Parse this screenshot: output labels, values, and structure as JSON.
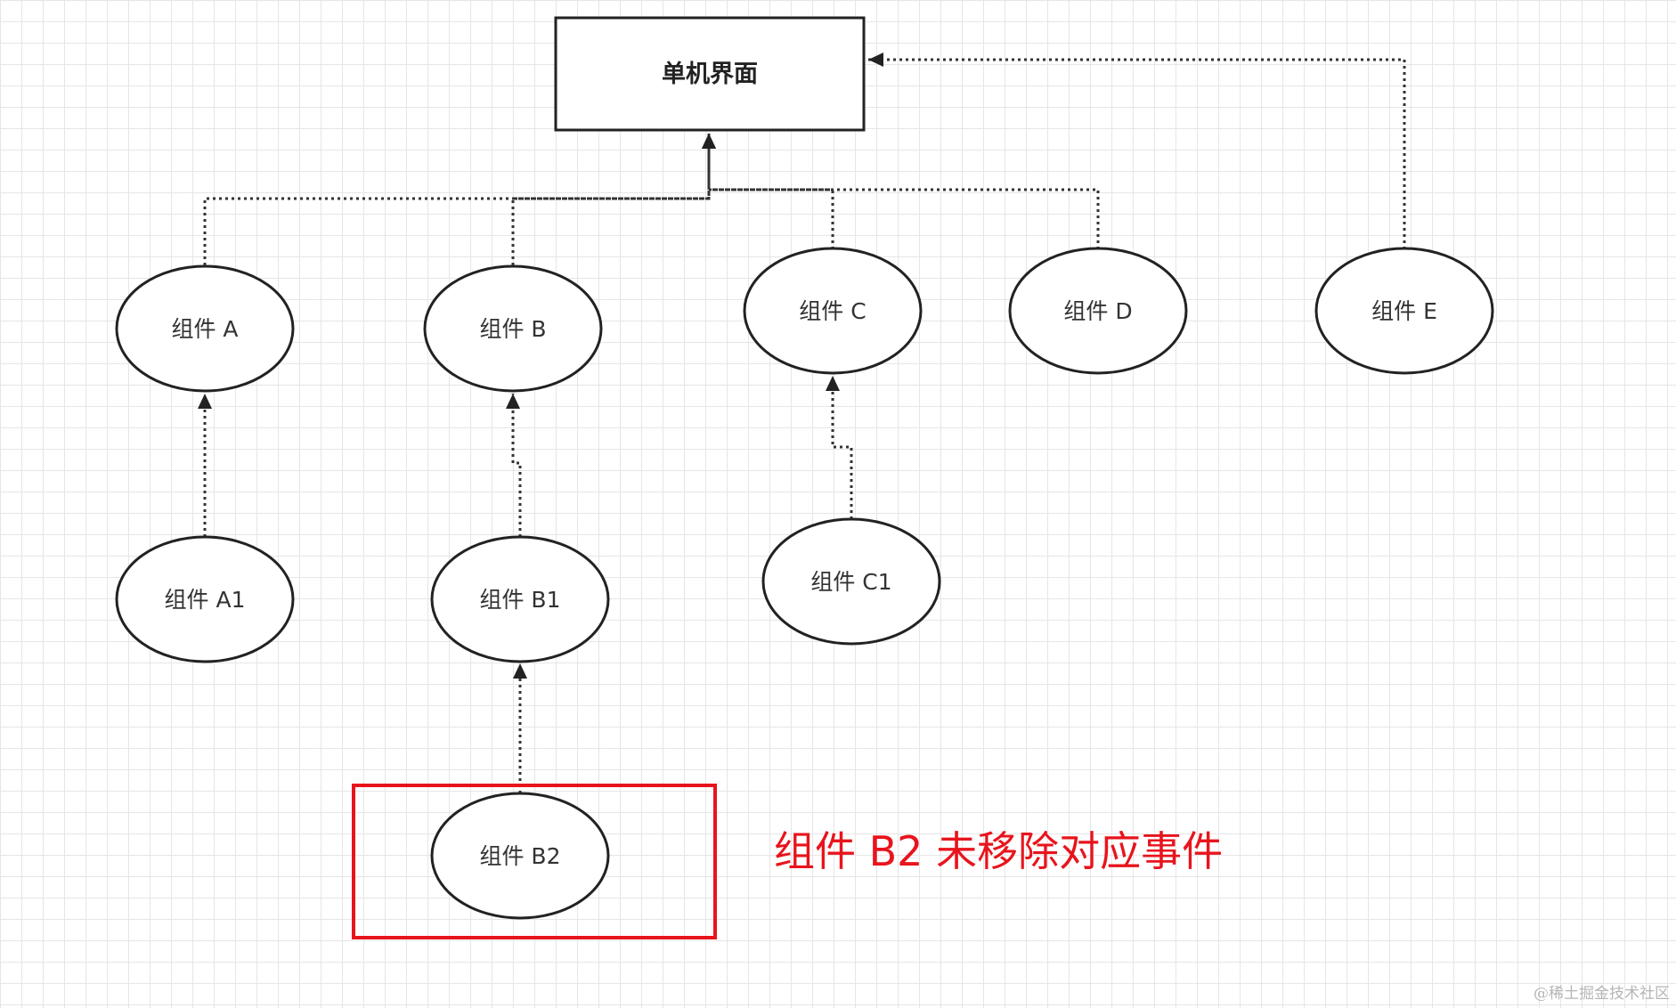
{
  "diagram": {
    "root": {
      "label": "单机界面"
    },
    "nodes": {
      "a": "组件 A",
      "b": "组件 B",
      "c": "组件 C",
      "d": "组件 D",
      "e": "组件 E",
      "a1": "组件 A1",
      "b1": "组件 B1",
      "c1": "组件 C1",
      "b2": "组件 B2"
    },
    "edges": [
      {
        "from": "a",
        "to": "root"
      },
      {
        "from": "b",
        "to": "root"
      },
      {
        "from": "c",
        "to": "root"
      },
      {
        "from": "d",
        "to": "root"
      },
      {
        "from": "e",
        "to": "root"
      },
      {
        "from": "a1",
        "to": "a"
      },
      {
        "from": "b1",
        "to": "b"
      },
      {
        "from": "c1",
        "to": "c"
      },
      {
        "from": "b2",
        "to": "b1"
      }
    ],
    "annotation": "组件 B2 未移除对应事件",
    "highlight_color": "#e8141c",
    "watermark": "@稀土掘金技术社区"
  }
}
